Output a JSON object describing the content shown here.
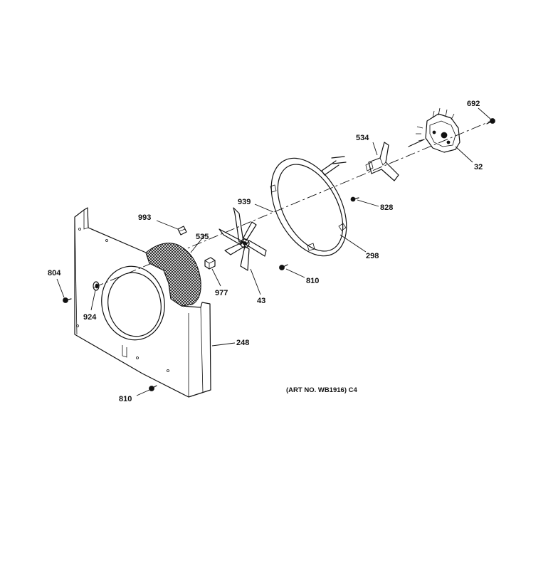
{
  "callouts": {
    "p692": "692",
    "p534": "534",
    "p32": "32",
    "p939": "939",
    "p828": "828",
    "p993": "993",
    "p535": "535",
    "p298": "298",
    "p804": "804",
    "p810a": "810",
    "p977": "977",
    "p43": "43",
    "p924": "924",
    "p248": "248",
    "p810b": "810"
  },
  "art_number": "(ART NO. WB1916) C4"
}
